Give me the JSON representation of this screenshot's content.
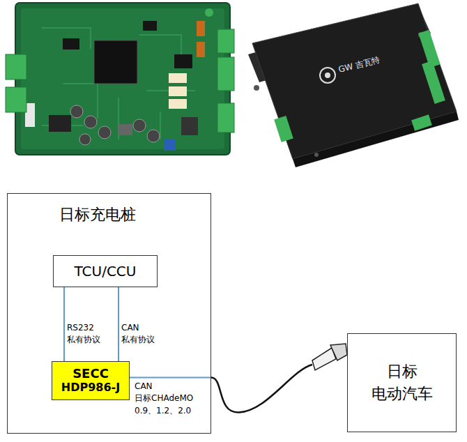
{
  "diagram": {
    "nodes": [
      {
        "text": [
          "日标充电桩"
        ]
      },
      {
        "text": [
          "TCU/CCU"
        ],
        "in": 0
      },
      {
        "text": [
          "SECC",
          "HDP986-J"
        ],
        "in": 0
      },
      {
        "text": [
          "日标 电动汽车"
        ]
      }
    ],
    "edges": [
      {
        "from": 1,
        "to": 2,
        "arrow": "none",
        "label": "RS232 私有协议"
      },
      {
        "from": 1,
        "to": 2,
        "arrow": "none",
        "label": "CAN 私有协议"
      },
      {
        "from": 2,
        "to": 3,
        "arrow": "none",
        "label": "CAN 日标CHAdeMO 0.9、1.2、2.0"
      }
    ],
    "labels": [
      "GW 吉瓦特"
    ]
  }
}
